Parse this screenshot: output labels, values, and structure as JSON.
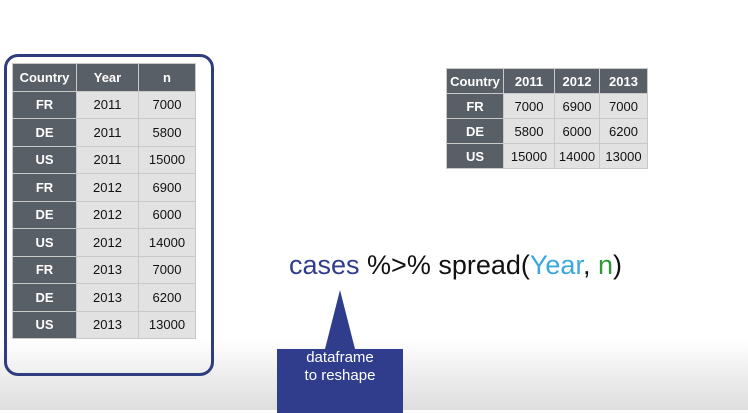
{
  "long_table": {
    "headers": [
      "Country",
      "Year",
      "n"
    ],
    "rows": [
      [
        "FR",
        "2011",
        "7000"
      ],
      [
        "DE",
        "2011",
        "5800"
      ],
      [
        "US",
        "2011",
        "15000"
      ],
      [
        "FR",
        "2012",
        "6900"
      ],
      [
        "DE",
        "2012",
        "6000"
      ],
      [
        "US",
        "2012",
        "14000"
      ],
      [
        "FR",
        "2013",
        "7000"
      ],
      [
        "DE",
        "2013",
        "6200"
      ],
      [
        "US",
        "2013",
        "13000"
      ]
    ]
  },
  "wide_table": {
    "headers": [
      "Country",
      "2011",
      "2012",
      "2013"
    ],
    "rows": [
      [
        "FR",
        "7000",
        "6900",
        "7000"
      ],
      [
        "DE",
        "5800",
        "6000",
        "6200"
      ],
      [
        "US",
        "15000",
        "14000",
        "13000"
      ]
    ]
  },
  "code": {
    "dataframe": "cases",
    "pipe": " %>% spread(",
    "key_arg": "Year",
    "sep": ", ",
    "value_arg": "n",
    "close": ")"
  },
  "callout": {
    "line1": "dataframe",
    "line2": "to reshape"
  },
  "colors": {
    "frame": "#2f3d7e",
    "header_bg": "#595f67",
    "cell_bg": "#e2e2e2",
    "dataframe_text": "#2f3d8c",
    "key_text": "#39a8dc",
    "value_text": "#2b9a3a",
    "callout_bg": "#2f3d8c"
  }
}
